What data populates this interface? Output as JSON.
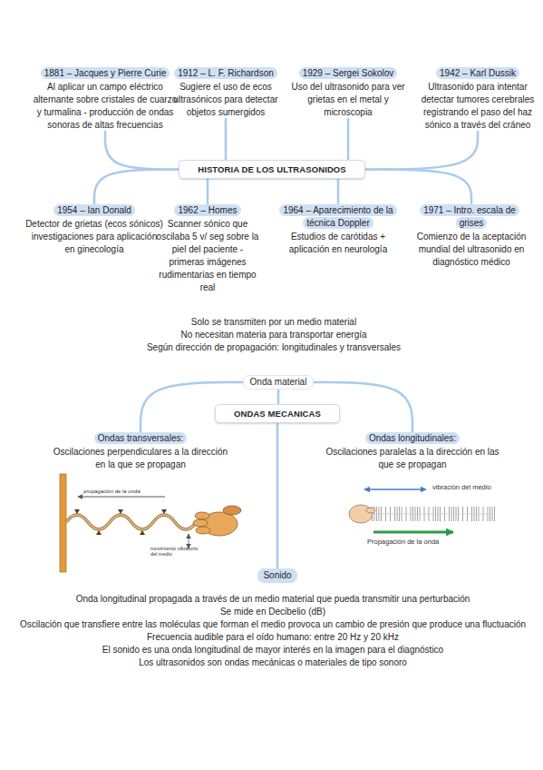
{
  "diagram": {
    "nodes": [
      {
        "text": [
          "1881 – Jacques y Pierre Curie",
          "Al aplicar un campo eléctrico alternante sobre cristales de cuarzo y turmalina - producción de ondas sonoras de altas frecuencias"
        ]
      },
      {
        "text": [
          "1912 – L. F. Richardson",
          "Sugiere el uso de ecos ultrasónicos para detectar objetos sumergidos"
        ]
      },
      {
        "text": [
          "1929 – Sergei Sokolov",
          "Uso del ultrasonido para ver grietas en el metal y microscopia"
        ]
      },
      {
        "text": [
          "1942 – Karl Dussik",
          "Ultrasonido para intentar detectar tumores cerebrales registrando el paso del haz sónico a través del cráneo"
        ]
      },
      {
        "text": [
          "HISTORIA DE LOS ULTRASONIDOS"
        ]
      },
      {
        "text": [
          "1954 – Ian Donald",
          "Detector de grietas (ecos sónicos) investigaciones para aplicación en ginecología"
        ]
      },
      {
        "text": [
          "1962 – Homes",
          "Scanner sónico que oscilaba 5 v/ seg sobre la piel del paciente - primeras imágenes rudimentarias en tiempo real"
        ]
      },
      {
        "text": [
          "1964 – Aparecimiento de la técnica Doppler",
          "Estudios de carótidas + aplicación en neurología"
        ]
      },
      {
        "text": [
          "1971 – Intro. escala de grises",
          "Comienzo de la aceptación mundial del ultrasonido en diagnóstico médico"
        ]
      },
      {
        "text": [
          "Solo se transmiten por un medio material",
          "No necesitan materia para transportar energía",
          "Según dirección de propagación: longitudinales y transversales",
          "Onda material"
        ]
      },
      {
        "text": [
          "ONDAS MECANICAS"
        ]
      },
      {
        "text": [
          "Ondas transversales:",
          "Oscilaciones perpendiculares a la dirección en la que se propagan"
        ]
      },
      {
        "text": [
          "Ondas longitudinales:",
          "Oscilaciones paralelas a la dirección en las que se propagan"
        ]
      },
      {
        "text": [
          "Sonido",
          "Onda longitudinal propagada a través de un medio material que pueda transmitir una perturbación",
          "Se mide en Decibelio (dB)",
          "Oscilación que transfiere entre las moléculas que forman el medio provoca un cambio de presión que produce una fluctuación",
          "Frecuencia audible para el oído humano: entre 20 Hz y 20 kHz",
          "El sonido es una onda longitudinal de mayor interés en la imagen para el diagnóstico",
          "Los ultrasonidos son ondas mecánicas o materiales de tipo sonoro"
        ]
      }
    ],
    "edges": [
      {
        "from": 4,
        "to": 0,
        "arrow": "none"
      },
      {
        "from": 4,
        "to": 1,
        "arrow": "none"
      },
      {
        "from": 4,
        "to": 2,
        "arrow": "none"
      },
      {
        "from": 4,
        "to": 3,
        "arrow": "none"
      },
      {
        "from": 4,
        "to": 5,
        "arrow": "none"
      },
      {
        "from": 4,
        "to": 6,
        "arrow": "none"
      },
      {
        "from": 4,
        "to": 7,
        "arrow": "none"
      },
      {
        "from": 4,
        "to": 8,
        "arrow": "none"
      },
      {
        "from": 10,
        "to": 9,
        "arrow": "none"
      },
      {
        "from": 9,
        "to": 11,
        "arrow": "none"
      },
      {
        "from": 9,
        "to": 12,
        "arrow": "none"
      },
      {
        "from": 10,
        "to": 13,
        "arrow": "none"
      }
    ],
    "labels": [
      "propagación de la onda",
      "movimiento vibratorio del medio",
      "vibración del medio",
      "Propagación de la onda"
    ]
  }
}
